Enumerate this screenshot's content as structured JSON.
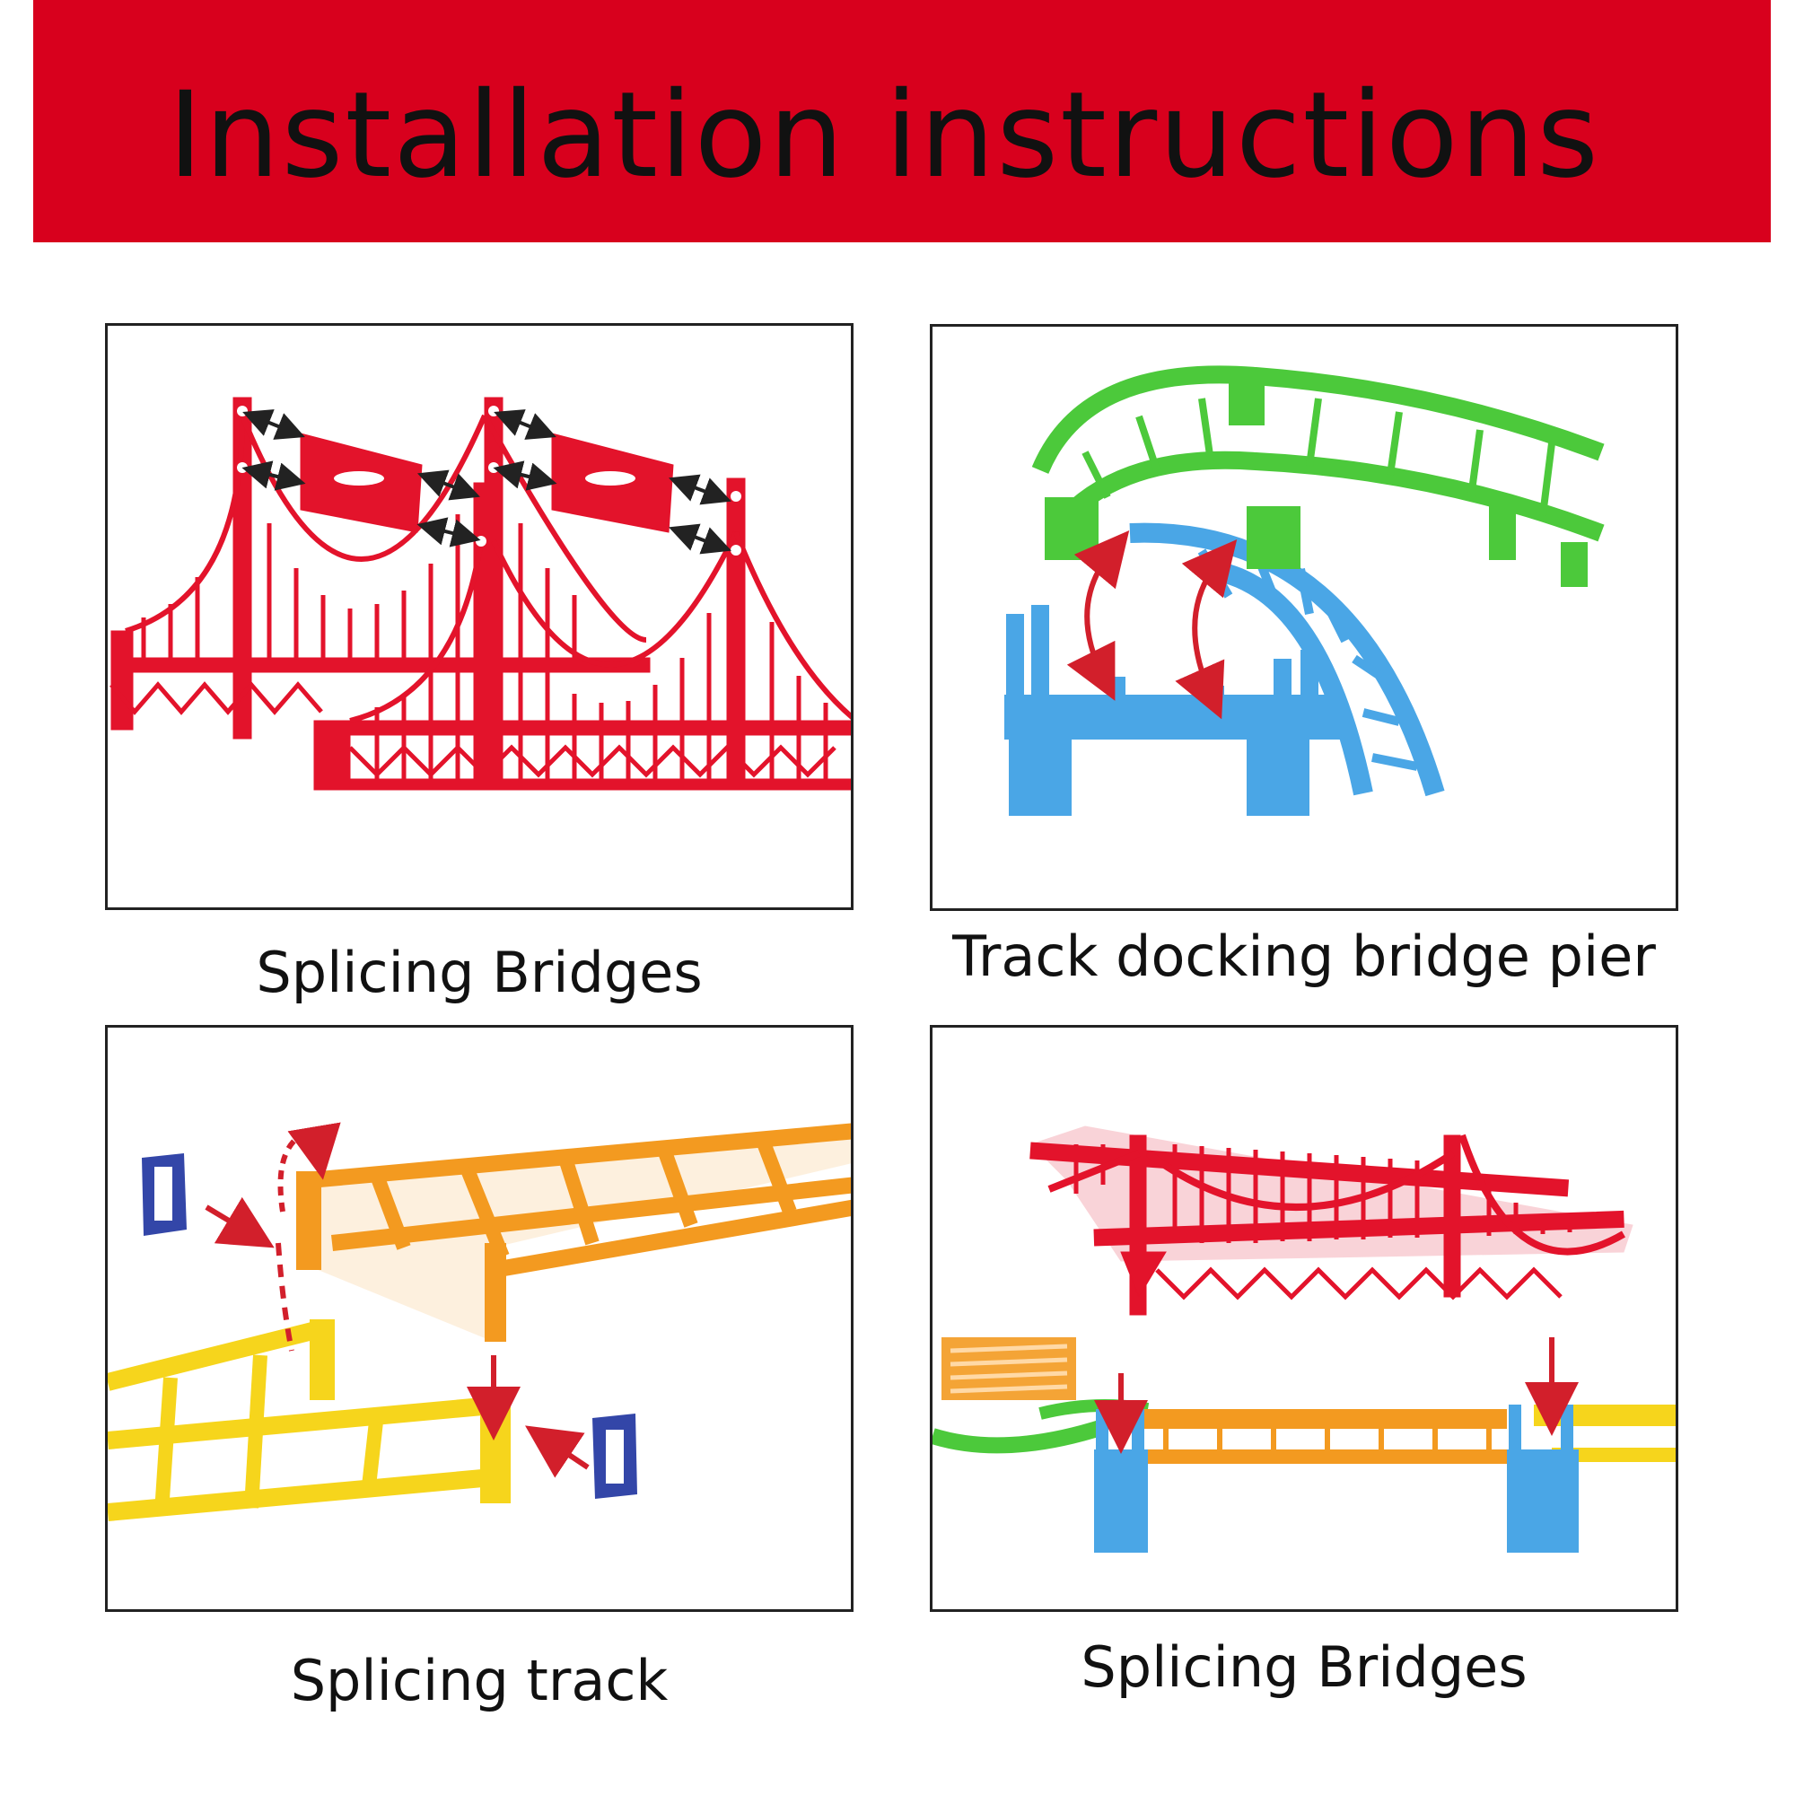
{
  "header": {
    "title": "Installation instructions",
    "background_color": "#d8001d"
  },
  "panels": [
    {
      "caption": "Splicing Bridges",
      "icon": "red-suspension-bridge-icon"
    },
    {
      "caption": "Track docking bridge pier",
      "icon": "green-track-blue-pier-icon"
    },
    {
      "caption": "Splicing track",
      "icon": "orange-yellow-track-connector-icon"
    },
    {
      "caption": "Splicing Bridges",
      "icon": "red-bridge-on-blue-piers-icon"
    }
  ],
  "colors": {
    "bridge_red": "#e3132b",
    "track_green": "#4cc93b",
    "pier_blue": "#4aa6e6",
    "track_orange": "#f39a20",
    "track_yellow": "#f6d51c",
    "connector_navy": "#3346a8",
    "arrow_dark": "#222222",
    "arrow_red": "#d21f2b"
  }
}
